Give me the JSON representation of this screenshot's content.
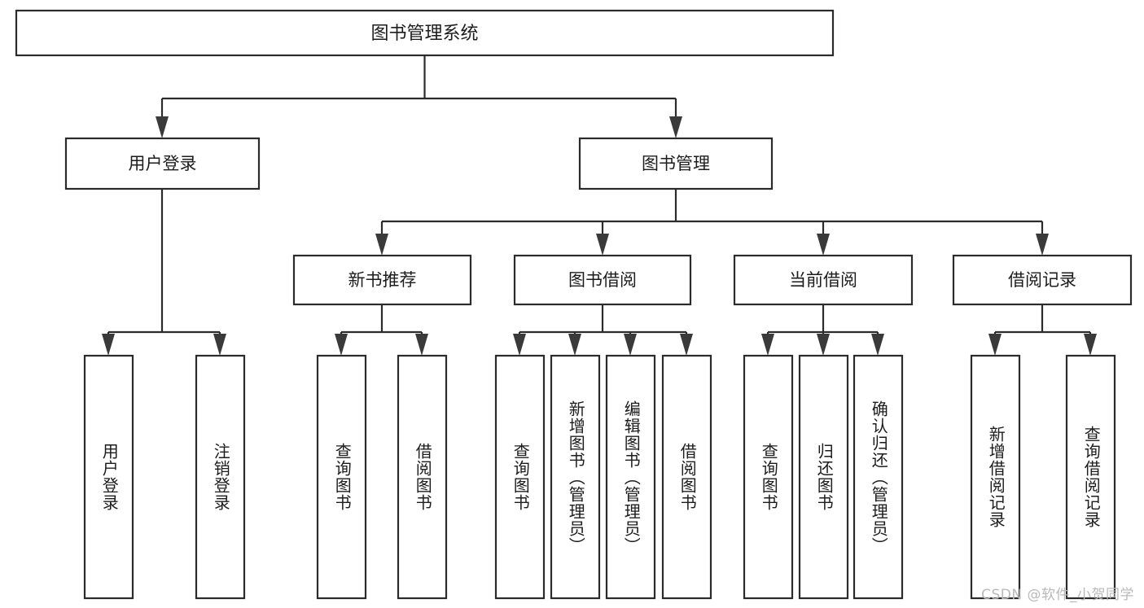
{
  "diagram": {
    "title": "图书管理系统",
    "type": "tree-hierarchy",
    "root": {
      "id": "root",
      "label": "图书管理系统"
    },
    "level1": [
      {
        "id": "user-login",
        "label": "用户登录"
      },
      {
        "id": "book-manage",
        "label": "图书管理"
      }
    ],
    "level2": [
      {
        "id": "new-book-recommend",
        "label": "新书推荐",
        "parent": "book-manage"
      },
      {
        "id": "book-borrow",
        "label": "图书借阅",
        "parent": "book-manage"
      },
      {
        "id": "current-borrow",
        "label": "当前借阅",
        "parent": "book-manage"
      },
      {
        "id": "borrow-record",
        "label": "借阅记录",
        "parent": "book-manage"
      }
    ],
    "leaves": [
      {
        "id": "leaf-user-login",
        "label": "用户登录",
        "parent": "user-login"
      },
      {
        "id": "leaf-logout",
        "label": "注销登录",
        "parent": "user-login"
      },
      {
        "id": "leaf-query-book-1",
        "label": "查询图书",
        "parent": "new-book-recommend"
      },
      {
        "id": "leaf-borrow-book-1",
        "label": "借阅图书",
        "parent": "new-book-recommend"
      },
      {
        "id": "leaf-query-book-2",
        "label": "查询图书",
        "parent": "book-borrow"
      },
      {
        "id": "leaf-add-book",
        "label": "新增图书（管理员）",
        "parent": "book-borrow"
      },
      {
        "id": "leaf-edit-book",
        "label": "编辑图书（管理员）",
        "parent": "book-borrow"
      },
      {
        "id": "leaf-borrow-book-2",
        "label": "借阅图书",
        "parent": "book-borrow"
      },
      {
        "id": "leaf-query-book-3",
        "label": "查询图书",
        "parent": "current-borrow"
      },
      {
        "id": "leaf-return-book",
        "label": "归还图书",
        "parent": "current-borrow"
      },
      {
        "id": "leaf-confirm-return",
        "label": "确认归还（管理员）",
        "parent": "current-borrow"
      },
      {
        "id": "leaf-add-record",
        "label": "新增借阅记录",
        "parent": "borrow-record"
      },
      {
        "id": "leaf-query-record",
        "label": "查询借阅记录",
        "parent": "borrow-record"
      }
    ]
  },
  "watermark": {
    "text": "CSDN @软件_小贺同学"
  },
  "colors": {
    "box_stroke": "#2b2b2b",
    "box_fill": "#ffffff",
    "text": "#1c1c1c",
    "connector": "#2b2b2b",
    "watermark": "#b9b9b9",
    "canvas": "#ffffff"
  }
}
